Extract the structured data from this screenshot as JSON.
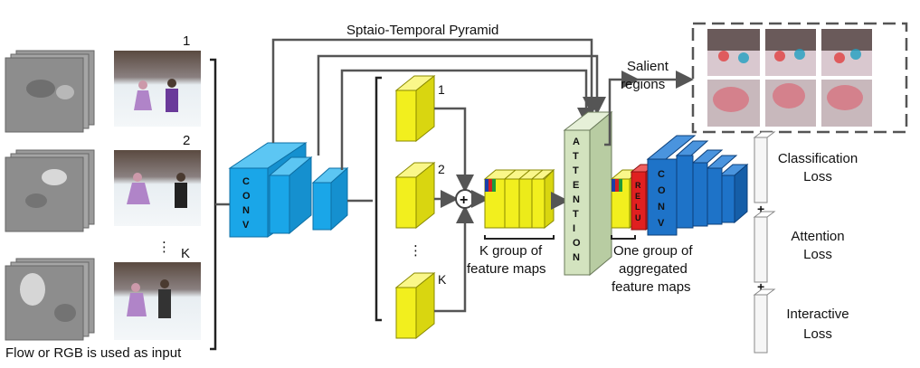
{
  "title": "Sptaio-Temporal Pyramid",
  "input_caption": "Flow or RGB is used as input",
  "frame_numbers": [
    "1",
    "2",
    "K"
  ],
  "dots": "⋮",
  "conv_label": [
    "C",
    "O",
    "N",
    "V"
  ],
  "branch_numbers": [
    "1",
    "2",
    "K"
  ],
  "plus_symbol": "+",
  "k_group_label": [
    "K group of",
    "feature maps"
  ],
  "attention_label": [
    "A",
    "T",
    "T",
    "E",
    "N",
    "T",
    "I",
    "O",
    "N"
  ],
  "relu_label": [
    "R",
    "E",
    "L",
    "U"
  ],
  "conv2_label": [
    "C",
    "O",
    "N",
    "V"
  ],
  "one_group_label": [
    "One group of",
    "aggregated",
    "feature maps"
  ],
  "salient_label": [
    "Salient",
    "regions"
  ],
  "losses": [
    [
      "Classification",
      "Loss"
    ],
    [
      "Attention",
      "Loss"
    ],
    [
      "Interactive",
      "Loss"
    ]
  ],
  "colors": {
    "conv_blue": "#1aa6e8",
    "conv2_blue": "#1e73c8",
    "feature_yellow": "#f2ef1e",
    "attention_green": "#d3e3bf",
    "relu_red": "#e02020",
    "arrow": "#555555"
  }
}
